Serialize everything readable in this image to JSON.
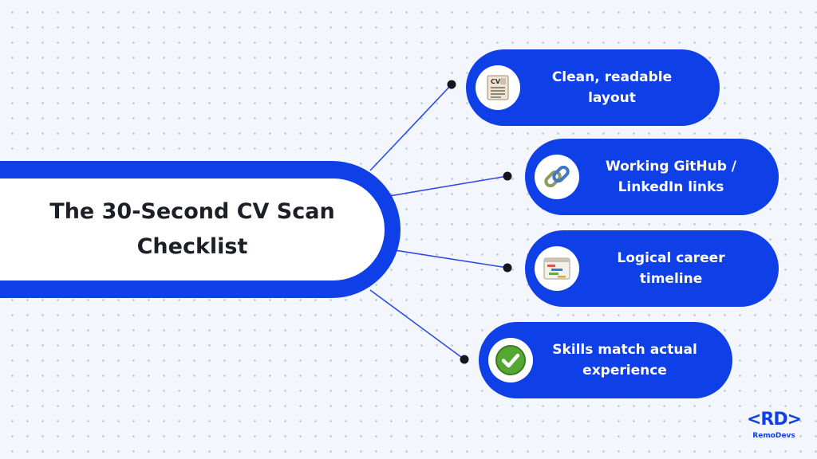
{
  "colors": {
    "accent": "#0f3fe6",
    "background": "#f3f7fd",
    "title_text": "#1d1f26",
    "connector": "#2b4be0"
  },
  "diagram": {
    "title": "The 30-Second CV Scan Checklist",
    "items": [
      {
        "label": "Clean, readable layout",
        "icon": "cv-document-icon"
      },
      {
        "label": "Working GitHub / LinkedIn links",
        "icon": "chain-link-icon"
      },
      {
        "label": "Logical career timeline",
        "icon": "timeline-chart-icon"
      },
      {
        "label": "Skills match actual experience",
        "icon": "green-check-icon"
      }
    ]
  },
  "logo": {
    "mark": "<RD>",
    "name": "RemoDevs"
  }
}
